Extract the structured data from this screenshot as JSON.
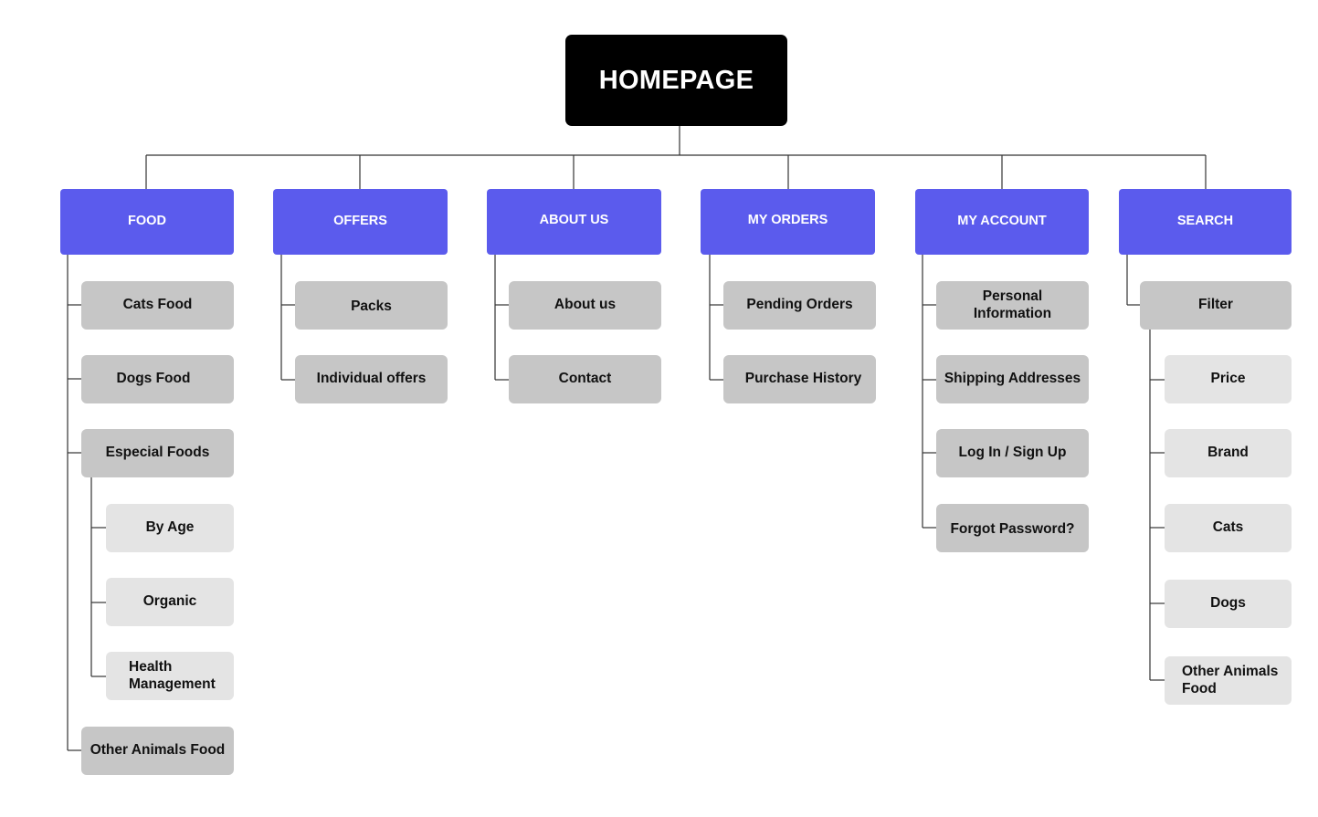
{
  "root": {
    "label": "HOMEPAGE"
  },
  "categories": {
    "food": {
      "label": "FOOD"
    },
    "offers": {
      "label": "OFFERS"
    },
    "about": {
      "label": "ABOUT US"
    },
    "orders": {
      "label": "MY ORDERS"
    },
    "account": {
      "label": "MY ACCOUNT"
    },
    "search": {
      "label": "SEARCH"
    }
  },
  "food": {
    "cats_food": "Cats Food",
    "dogs_food": "Dogs Food",
    "especial_foods": "Especial Foods",
    "by_age": "By Age",
    "organic": "Organic",
    "health_management": "Health Management",
    "other_animals_food": "Other Animals Food"
  },
  "offers": {
    "packs": "Packs",
    "individual_offers": "Individual offers"
  },
  "about": {
    "about_us": "About us",
    "contact": "Contact"
  },
  "orders": {
    "pending_orders": "Pending Orders",
    "purchase_history": "Purchase History"
  },
  "account": {
    "personal_information": "Personal Information",
    "shipping_addresses": "Shipping Addresses",
    "login_signup": "Log In / Sign Up",
    "forgot_password": "Forgot Password?"
  },
  "search": {
    "filter": "Filter",
    "price": "Price",
    "brand": "Brand",
    "cats": "Cats",
    "dogs": "Dogs",
    "other_animals_food": "Other Animals Food"
  },
  "colors": {
    "root_bg": "#000000",
    "category_bg": "#5b5bed",
    "level1_bg": "#c6c6c6",
    "level2_bg": "#e4e4e4",
    "connector": "#333333"
  }
}
